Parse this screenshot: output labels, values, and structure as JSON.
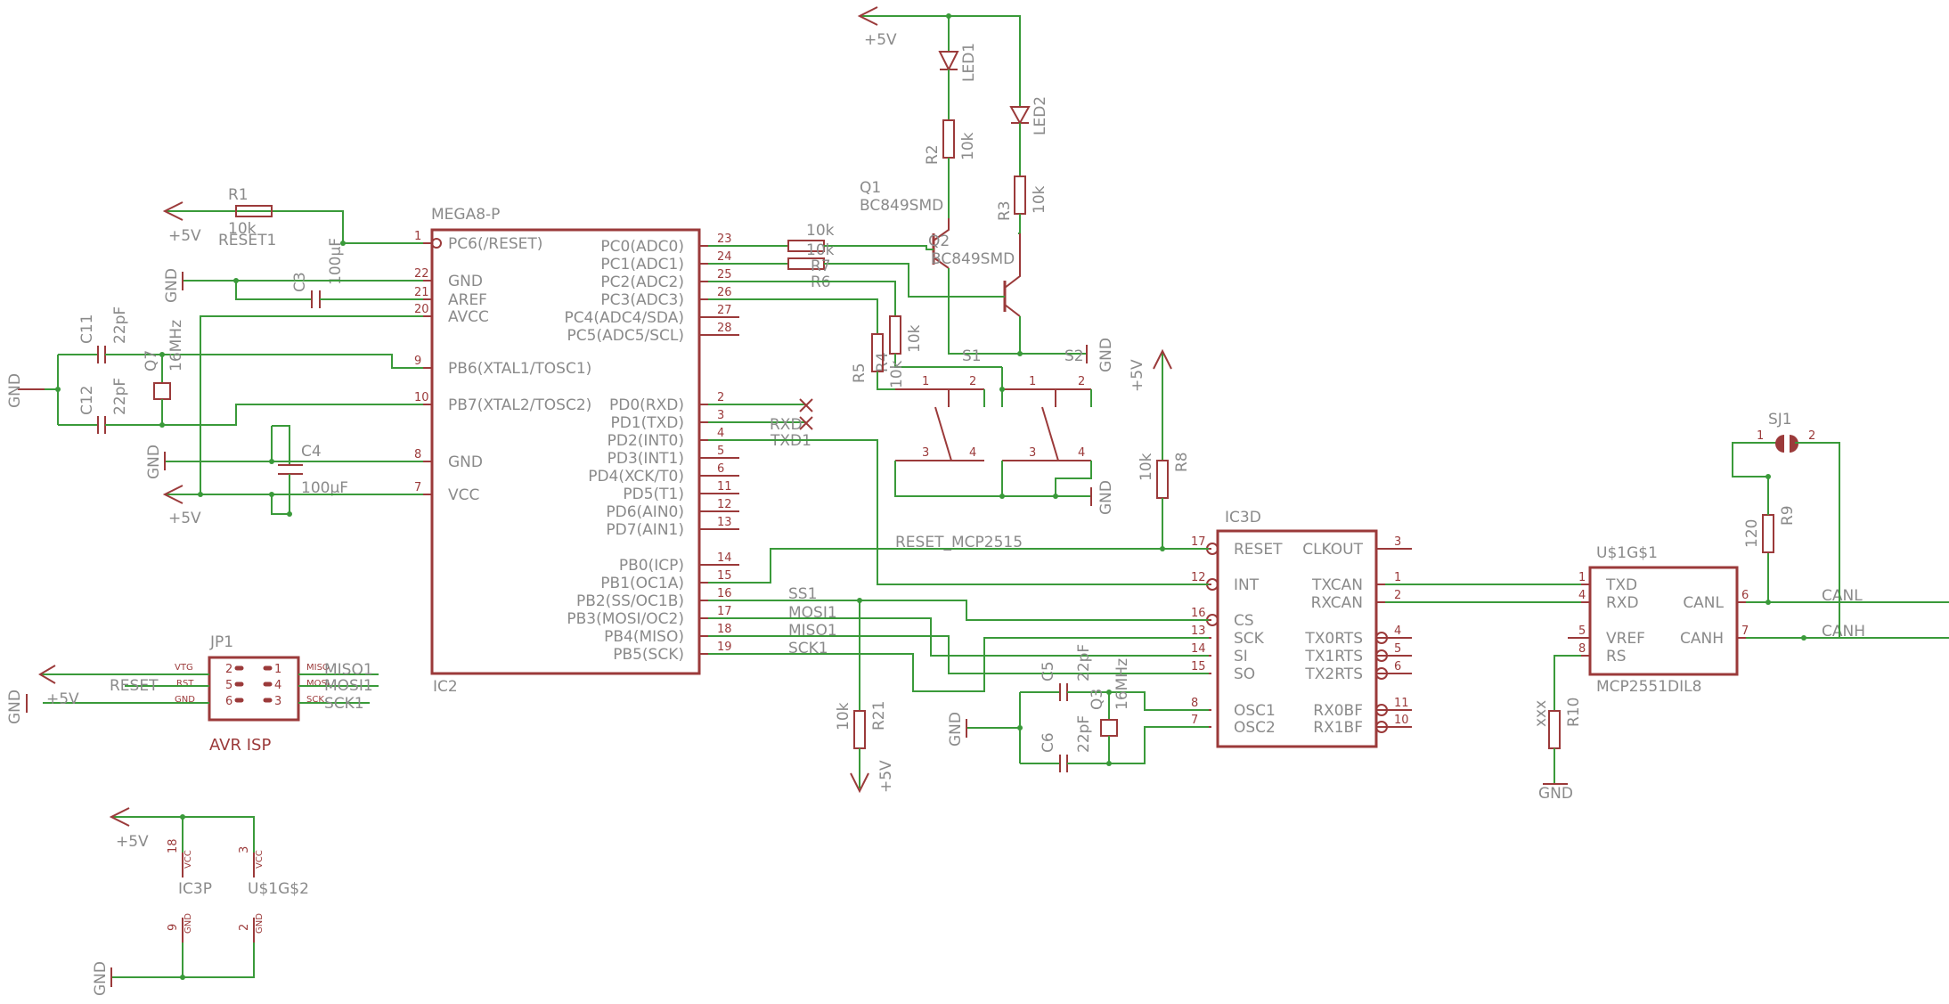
{
  "ic2": {
    "name": "MEGA8-P",
    "ref": "IC2",
    "left": [
      [
        "1",
        "PC6(/RESET)"
      ],
      [
        "22",
        "GND"
      ],
      [
        "21",
        "AREF"
      ],
      [
        "20",
        "AVCC"
      ],
      [
        "9",
        "PB6(XTAL1/TOSC1)"
      ],
      [
        "10",
        "PB7(XTAL2/TOSC2)"
      ],
      [
        "8",
        "GND"
      ],
      [
        "7",
        "VCC"
      ]
    ],
    "right": [
      [
        "23",
        "PC0(ADC0)"
      ],
      [
        "24",
        "PC1(ADC1)"
      ],
      [
        "25",
        "PC2(ADC2)"
      ],
      [
        "26",
        "PC3(ADC3)"
      ],
      [
        "27",
        "PC4(ADC4/SDA)"
      ],
      [
        "28",
        "PC5(ADC5/SCL)"
      ],
      [
        "2",
        "PD0(RXD)"
      ],
      [
        "3",
        "PD1(TXD)"
      ],
      [
        "4",
        "PD2(INT0)"
      ],
      [
        "5",
        "PD3(INT1)"
      ],
      [
        "6",
        "PD4(XCK/T0)"
      ],
      [
        "11",
        "PD5(T1)"
      ],
      [
        "12",
        "PD6(AIN0)"
      ],
      [
        "13",
        "PD7(AIN1)"
      ],
      [
        "14",
        "PB0(ICP)"
      ],
      [
        "15",
        "PB1(OC1A)"
      ],
      [
        "16",
        "PB2(SS/OC1B)"
      ],
      [
        "17",
        "PB3(MOSI/OC2)"
      ],
      [
        "18",
        "PB4(MISO)"
      ],
      [
        "19",
        "PB5(SCK)"
      ]
    ]
  },
  "ic3": {
    "name": "IC3D",
    "left": [
      [
        "17",
        "RESET"
      ],
      [
        "12",
        "INT"
      ],
      [
        "16",
        "CS"
      ],
      [
        "13",
        "SCK"
      ],
      [
        "14",
        "SI"
      ],
      [
        "15",
        "SO"
      ],
      [
        "8",
        "OSC1"
      ],
      [
        "7",
        "OSC2"
      ]
    ],
    "right": [
      [
        "3",
        "CLKOUT"
      ],
      [
        "1",
        "TXCAN"
      ],
      [
        "2",
        "RXCAN"
      ],
      [
        "4",
        "TX0RTS"
      ],
      [
        "5",
        "TX1RTS"
      ],
      [
        "6",
        "TX2RTS"
      ],
      [
        "11",
        "RX0BF"
      ],
      [
        "10",
        "RX1BF"
      ]
    ]
  },
  "u1": {
    "name": "U$1G$1",
    "ref": "MCP2551DIL8",
    "left": [
      [
        "1",
        "TXD"
      ],
      [
        "4",
        "RXD"
      ],
      [
        "5",
        "VREF"
      ],
      [
        "8",
        "RS"
      ]
    ],
    "right": [
      [
        "6",
        "CANL"
      ],
      [
        "7",
        "CANH"
      ]
    ]
  },
  "jp1": {
    "name": "JP1",
    "ref": "AVR ISP",
    "left": [
      [
        "2",
        "VTG"
      ],
      [
        "5",
        "RST"
      ],
      [
        "6",
        "GND"
      ]
    ],
    "right": [
      [
        "1",
        "MISO"
      ],
      [
        "4",
        "MOSI"
      ],
      [
        "3",
        "SCK"
      ]
    ],
    "nets": [
      "MISO1",
      "MOSI1",
      "SCK1"
    ]
  },
  "nets": {
    "vcc": "+5V",
    "gnd": "GND",
    "reset1": "RESET1",
    "rxd": "RXD",
    "txd": "TXD1",
    "reset_mcp": "RESET_MCP2515",
    "ss": "SS1",
    "mosi": "MOSI1",
    "miso": "MISO1",
    "sck": "SCK1",
    "canl": "CANL",
    "canh": "CANH",
    "reset": "RESET"
  },
  "parts": {
    "r1": [
      "R1",
      "10k"
    ],
    "c3": [
      "C3",
      "100µF"
    ],
    "c11": [
      "C11",
      "22pF"
    ],
    "c12": [
      "C12",
      "22pF"
    ],
    "q7": [
      "Q7",
      "16MHz"
    ],
    "c4": [
      "C4",
      "100µF"
    ],
    "led1": "LED1",
    "led2": "LED2",
    "r2": [
      "R2",
      "10k"
    ],
    "r3": [
      "R3",
      "10k"
    ],
    "q1": [
      "Q1",
      "BC849SMD"
    ],
    "q2": [
      "Q2",
      "BC849SMD"
    ],
    "r6": [
      "R6",
      "10k"
    ],
    "r7": [
      "R7",
      "10k"
    ],
    "r4": [
      "R4",
      "10k"
    ],
    "r5": [
      "R5",
      "10k"
    ],
    "s1": "S1",
    "s2": "S2",
    "r8": [
      "R8",
      "10k"
    ],
    "r21": [
      "R21",
      "10k"
    ],
    "c5": [
      "C5",
      "22pF"
    ],
    "c6": [
      "C6",
      "22pF"
    ],
    "q3": [
      "Q3",
      "16MHz"
    ],
    "r9": [
      "R9",
      "120"
    ],
    "r10": [
      "R10",
      "xxx"
    ],
    "sj1": "SJ1",
    "ic3p": "IC3P",
    "u1g2": "U$1G$2"
  },
  "power_pins": {
    "ic3p": [
      "18",
      "VCC",
      "9",
      "GND"
    ],
    "u1g2": [
      "3",
      "VCC",
      "2",
      "GND"
    ]
  },
  "switch_pins": [
    "1",
    "2",
    "3",
    "4"
  ],
  "nc": "NC"
}
